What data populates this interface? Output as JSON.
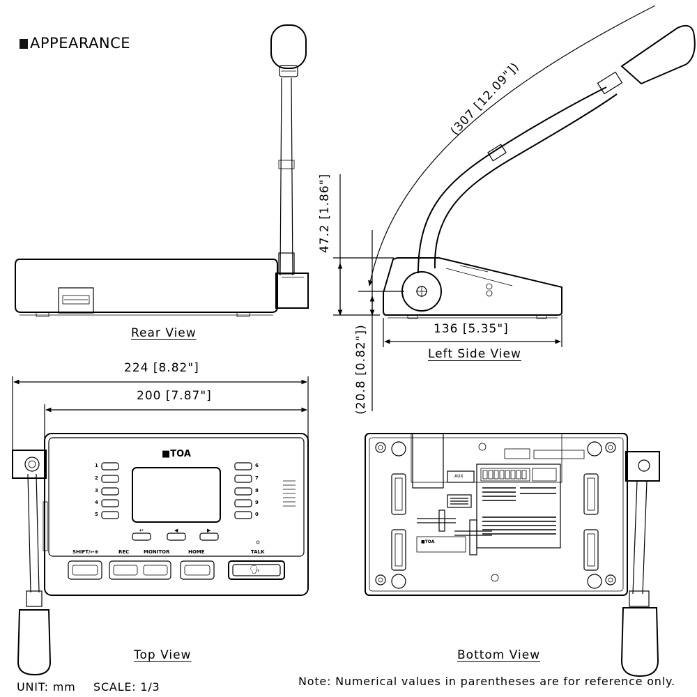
{
  "header": {
    "title": "APPEARANCE"
  },
  "views": {
    "rear": "Rear View",
    "left_side": "Left Side View",
    "top": "Top View",
    "bottom": "Bottom View"
  },
  "dimensions": {
    "overall_width": "224 [8.82\"]",
    "body_width": "200 [7.87\"]",
    "depth": "136 [5.35\"]",
    "height": "47.2 [1.86\"]",
    "foot_height": "(20.8 [0.82\"])",
    "mic_length": "(307 [12.09\"])"
  },
  "top_panel": {
    "brand": "TOA",
    "left_keys": [
      "1",
      "2",
      "3",
      "4",
      "5"
    ],
    "right_keys": [
      "6",
      "7",
      "8",
      "9",
      "0"
    ],
    "buttons": {
      "shift": "SHIFT/↩⊕",
      "rec": "REC",
      "monitor": "MONITOR",
      "home": "HOME",
      "talk": "TALK"
    }
  },
  "bottom_panel": {
    "aux_label": "AUX",
    "brand": "TOA"
  },
  "footer": {
    "unit": "UNIT: mm",
    "scale": "SCALE: 1/3",
    "note": "Note: Numerical values in parentheses are for reference only."
  }
}
